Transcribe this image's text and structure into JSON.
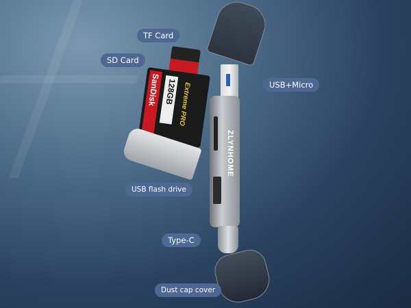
{
  "labels": {
    "tf_card": "TF Card",
    "sd_card": "SD Card",
    "usb_micro": "USB+Micro",
    "usb_flash_drive": "USB flash drive",
    "type_c": "Type-C",
    "dust_cap": "Dust cap cover"
  },
  "product_markings": {
    "sd_brand": "SanDisk",
    "sd_capacity": "128GB",
    "sd_line": "Extreme PRO",
    "device_brand": "ZLYNHOME"
  },
  "colors": {
    "label_bg": "#4e6894",
    "label_text": "#ffffff"
  }
}
